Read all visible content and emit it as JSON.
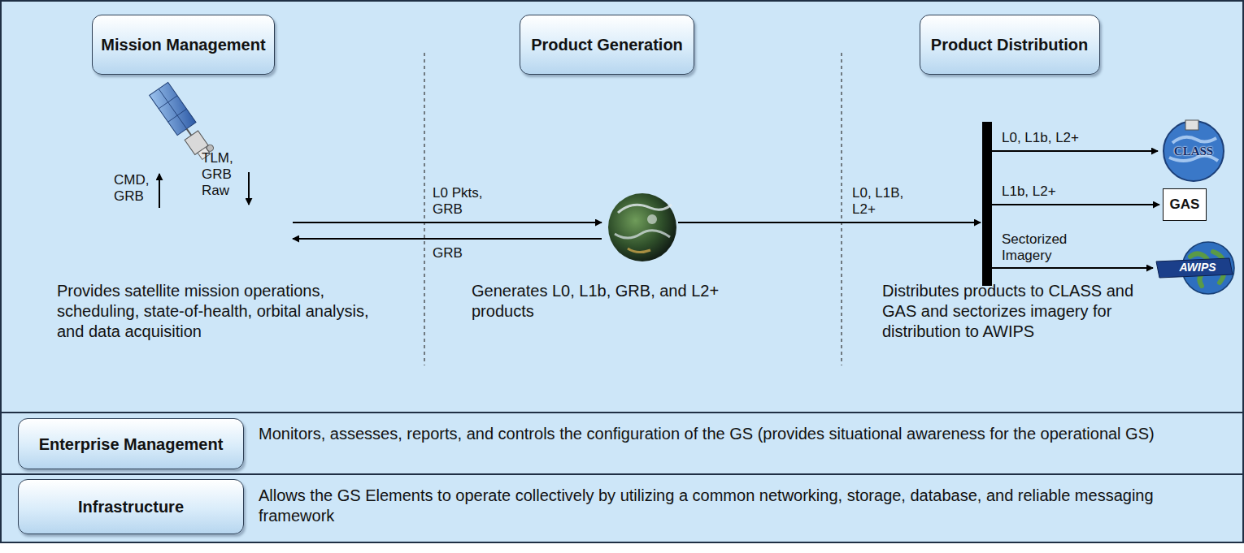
{
  "diagram": {
    "nodes": [
      {
        "text": [
          "Mission Management"
        ]
      },
      {
        "text": [
          "Product Generation"
        ]
      },
      {
        "text": [
          "Product Distribution"
        ]
      },
      {
        "text": [
          "CLASS"
        ]
      },
      {
        "text": [
          "GAS"
        ]
      },
      {
        "text": [
          "AWIPS"
        ]
      },
      {
        "text": [
          "Enterprise Management"
        ]
      },
      {
        "text": [
          "Infrastructure"
        ]
      }
    ],
    "labels": [
      "CMD, GRB",
      "TLM, GRB Raw",
      "L0 Pkts, GRB",
      "GRB",
      "L0, L1B, L2+",
      "L0, L1b, L2+",
      "L1b, L2+",
      "Sectorized Imagery",
      "Provides satellite mission operations, scheduling, state-of-health, orbital analysis, and data acquisition",
      "Generates L0, L1b, GRB, and L2+ products",
      "Distributes products to CLASS and GAS and sectorizes imagery for distribution to AWIPS",
      "Monitors, assesses, reports, and controls the configuration of the GS (provides situational awareness for the operational GS)",
      "Allows the GS Elements to operate collectively by utilizing a common networking, storage, database, and reliable messaging framework"
    ]
  }
}
